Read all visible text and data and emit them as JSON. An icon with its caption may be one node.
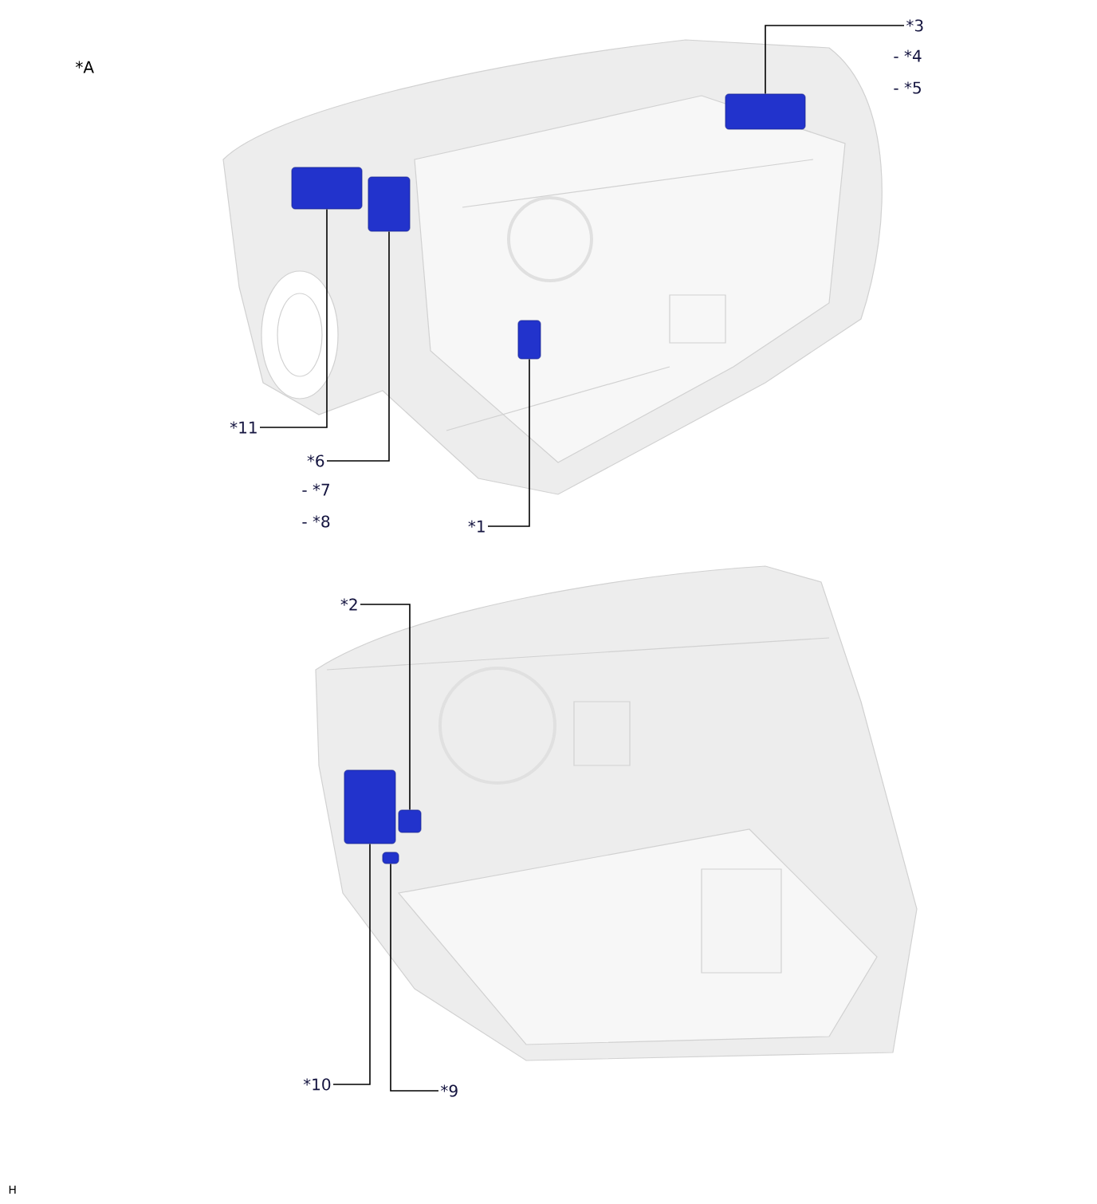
{
  "diagram": {
    "nodes": [
      {
        "text": [
          "*3"
        ],
        "beside": [
          "- *4",
          "- *5"
        ]
      },
      {
        "text": [],
        "shape": "box"
      },
      {
        "text": [
          "*11"
        ]
      },
      {
        "text": [],
        "shape": "box"
      },
      {
        "text": [
          "*6"
        ],
        "beside": [
          "- *7",
          "- *8"
        ]
      },
      {
        "text": [],
        "shape": "box"
      },
      {
        "text": [
          "*1"
        ]
      },
      {
        "text": [],
        "shape": "box"
      },
      {
        "text": [
          "*2"
        ]
      },
      {
        "text": [],
        "shape": "box"
      },
      {
        "text": [
          "*10"
        ]
      },
      {
        "text": [],
        "shape": "box"
      },
      {
        "text": [
          "*9"
        ]
      },
      {
        "text": [],
        "shape": "box"
      }
    ],
    "edges": [
      {
        "from": 0,
        "to": 1,
        "arrow": "none"
      },
      {
        "from": 2,
        "to": 3,
        "arrow": "none"
      },
      {
        "from": 4,
        "to": 5,
        "arrow": "none"
      },
      {
        "from": 6,
        "to": 7,
        "arrow": "none"
      },
      {
        "from": 8,
        "to": 9,
        "arrow": "none"
      },
      {
        "from": 10,
        "to": 11,
        "arrow": "none"
      },
      {
        "from": 12,
        "to": 13,
        "arrow": "none"
      }
    ],
    "labels": [
      "*A",
      "H"
    ]
  }
}
